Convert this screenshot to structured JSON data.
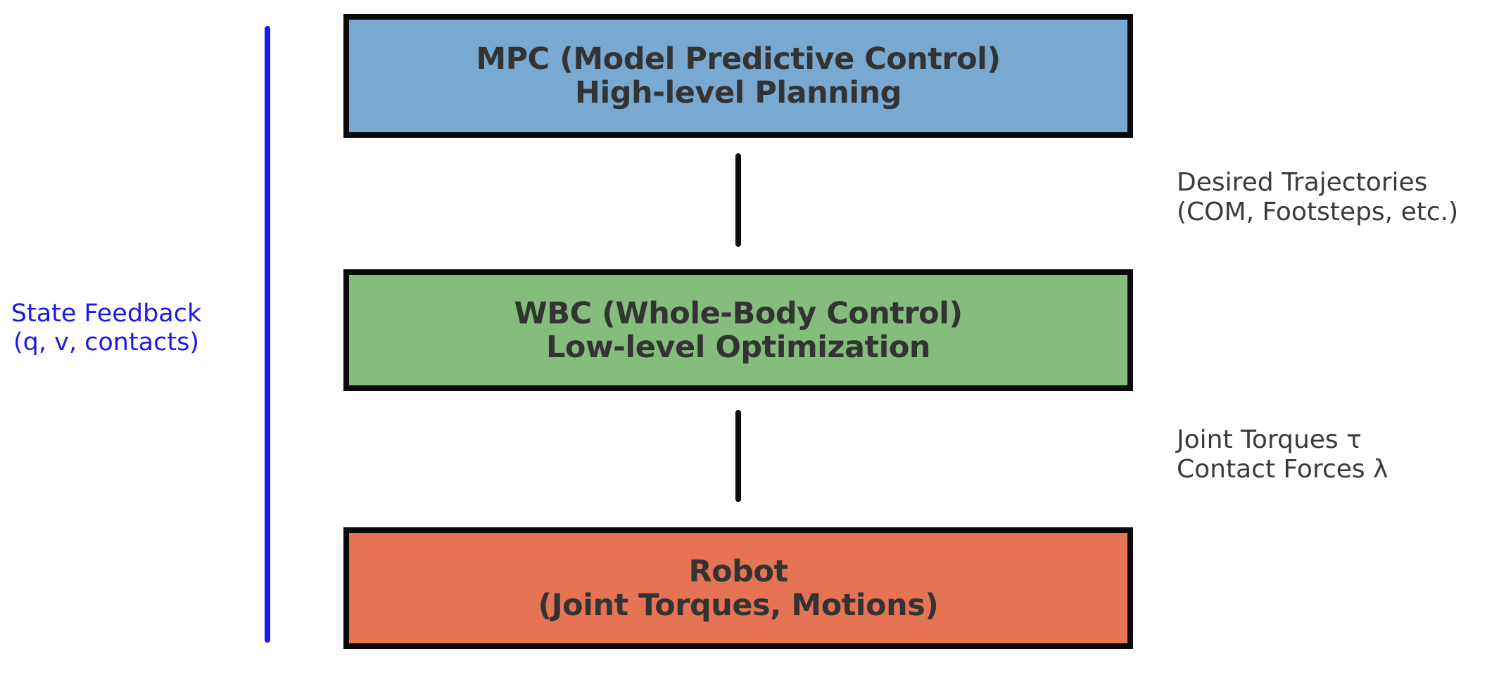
{
  "diagram": {
    "background": "#ffffff",
    "boxes": [
      {
        "name": "mpc",
        "line1": "MPC (Model Predictive Control)",
        "line2": "High-level Planning",
        "fill": "#79a8d0",
        "border": "#0a0a0a"
      },
      {
        "name": "wbc",
        "line1": "WBC (Whole-Body Control)",
        "line2": "Low-level Optimization",
        "fill": "#85be7c",
        "border": "#0a0a0a"
      },
      {
        "name": "robot",
        "line1": "Robot",
        "line2": "(Joint Torques, Motions)",
        "fill": "#e77355",
        "border": "#0a0a0a"
      }
    ],
    "connectors": [
      {
        "name": "mpc-to-wbc",
        "color": "#0a0a0a"
      },
      {
        "name": "wbc-to-robot",
        "color": "#0a0a0a"
      }
    ],
    "feedback": {
      "line1": "State Feedback",
      "line2": "(q, v, contacts)",
      "color": "#1a1ae8"
    },
    "edge_labels": [
      {
        "line1": "Desired Trajectories",
        "line2": "(COM, Footsteps, etc.)",
        "color": "#3a3a3a"
      },
      {
        "line1": "Joint Torques τ",
        "line2": "Contact Forces λ",
        "color": "#3a3a3a"
      }
    ]
  }
}
